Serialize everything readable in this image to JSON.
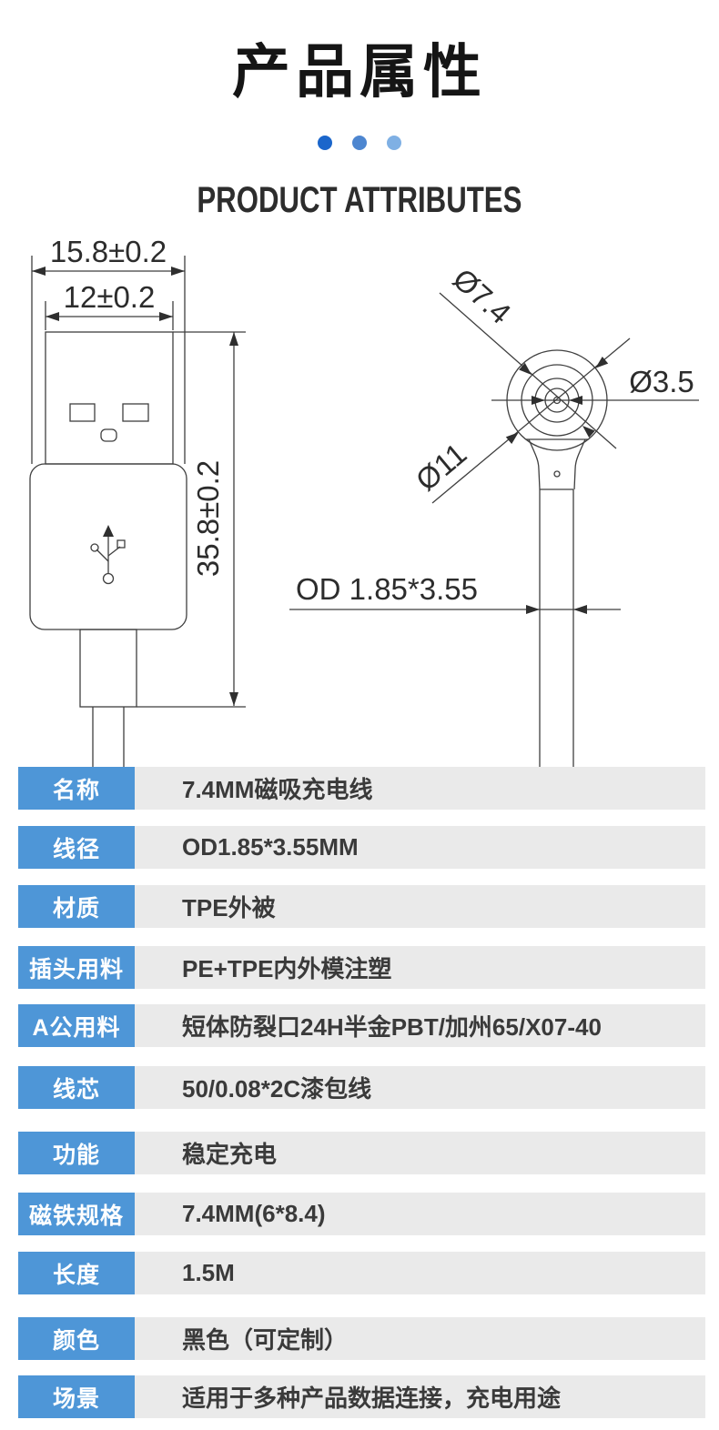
{
  "header": {
    "title_cn": "产品属性",
    "title_en": "PRODUCT ATTRIBUTES",
    "dots": [
      "#1b66cb",
      "#4d86d0",
      "#7fb0e4"
    ]
  },
  "diagram": {
    "usb_plug": {
      "width_outer": "15.8±0.2",
      "width_shell": "12±0.2",
      "height": "35.8±0.2"
    },
    "magnetic_head": {
      "dia_face": "Ø7.4",
      "dia_pin": "Ø3.5",
      "dia_outer": "Ø11",
      "cable_od": "OD 1.85*3.55"
    }
  },
  "spec_table": {
    "rows": [
      {
        "label": "名称",
        "value": "7.4MM磁吸充电线"
      },
      {
        "label": "线径",
        "value": "OD1.85*3.55MM"
      },
      {
        "label": "材质",
        "value": "TPE外被"
      },
      {
        "label": "插头用料",
        "value": "PE+TPE内外模注塑"
      },
      {
        "label": "A公用料",
        "value": "短体防裂口24H半金PBT/加州65/X07-40"
      },
      {
        "label": "线芯",
        "value": "50/0.08*2C漆包线"
      },
      {
        "label": "功能",
        "value": "稳定充电"
      },
      {
        "label": "磁铁规格",
        "value": "7.4MM(6*8.4)"
      },
      {
        "label": "长度",
        "value": "1.5M"
      },
      {
        "label": "颜色",
        "value": "黑色（可定制）"
      },
      {
        "label": "场景",
        "value": "适用于多种产品数据连接，充电用途"
      }
    ]
  },
  "colors": {
    "label_bg": "#4e96d7",
    "value_bg": "#eaeaea",
    "title_color": "#151515"
  }
}
